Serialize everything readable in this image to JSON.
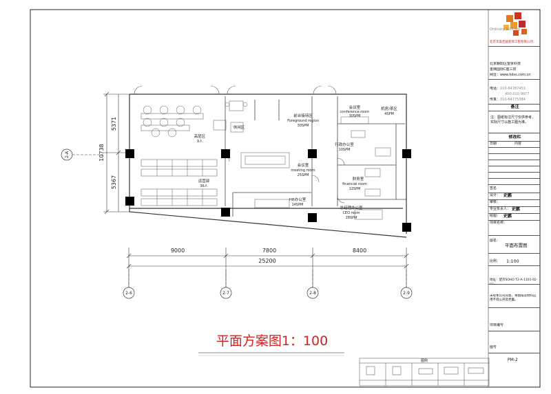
{
  "drawing_title": "平面方案图1：100",
  "dimensions": {
    "bays": [
      "9000",
      "7800",
      "8400"
    ],
    "total": "25200",
    "vertical_total": "10738",
    "vertical_upper": "5371",
    "vertical_lower": "5367"
  },
  "axis_labels": [
    "2-6",
    "2-7",
    "2-8",
    "2-9"
  ],
  "axis_side_label": "2-A",
  "rooms": [
    {
      "name": "前台接待区",
      "en": "Foreground region",
      "area": "30SPM"
    },
    {
      "name": "会议室",
      "en": "conference room",
      "area": "30SPM"
    },
    {
      "name": "机房/茶区",
      "en": "",
      "area": "4SPM"
    },
    {
      "name": "高层区",
      "en": "",
      "area": "9人"
    },
    {
      "name": "休闲区",
      "en": "",
      "area": ""
    },
    {
      "name": "行政办公室",
      "en": "",
      "area": "10SPM"
    },
    {
      "name": "会议室",
      "en": "meeting room",
      "area": "25SPM"
    },
    {
      "name": "财务室",
      "en": "financial room",
      "area": "12SPM"
    },
    {
      "name": "运营部",
      "en": "",
      "area": "36人"
    },
    {
      "name": "HR办公室",
      "en": "",
      "area": "14SPM"
    },
    {
      "name": "总经理办公室",
      "en": "CEO room",
      "area": "28SPM"
    }
  ],
  "title_block": {
    "logo_caption": "Ordinary 3-01.jpg",
    "company": "北京华美佳居装饰工程有限公司",
    "address_lines": [
      "北京朝阳区望京科技",
      "金隅国际C座三层",
      "网址：www.kdss.com.cn"
    ],
    "phone_label": "电话：",
    "phone": "010-64787453",
    "phone2": "400-010-9977",
    "fax_label": "传真：",
    "fax": "010-64775384",
    "note_header": "备注",
    "note_text": "注：图纸标注尺寸仅供参考，实际尺寸以施工图为准。",
    "revision_header": "修改栏",
    "revision_cols": [
      "日期",
      "内容"
    ],
    "sign_label": "签名",
    "design_label": "设计：",
    "design_name": "史鹏",
    "review_label": "审核：",
    "lead_label": "专业负责人：",
    "lead_name": "史鹏",
    "draw_label": "绘图：",
    "draw_name": "史鹏",
    "project_name_label": "项目名称：",
    "drawing_name_label": "图名：",
    "drawing_name": "平面布置图",
    "scale_label": "比例：",
    "scale": "1:100",
    "site_address": "地址：望京SOHO T2-A-1101-02-03",
    "copyright": "未经本公司同意，本图纸及材料应用不得公开及泄露。",
    "project_no_label": "项目编号",
    "sheet_no_label": "图号",
    "sheet_no": "PM-2"
  },
  "legend_title": "图例"
}
